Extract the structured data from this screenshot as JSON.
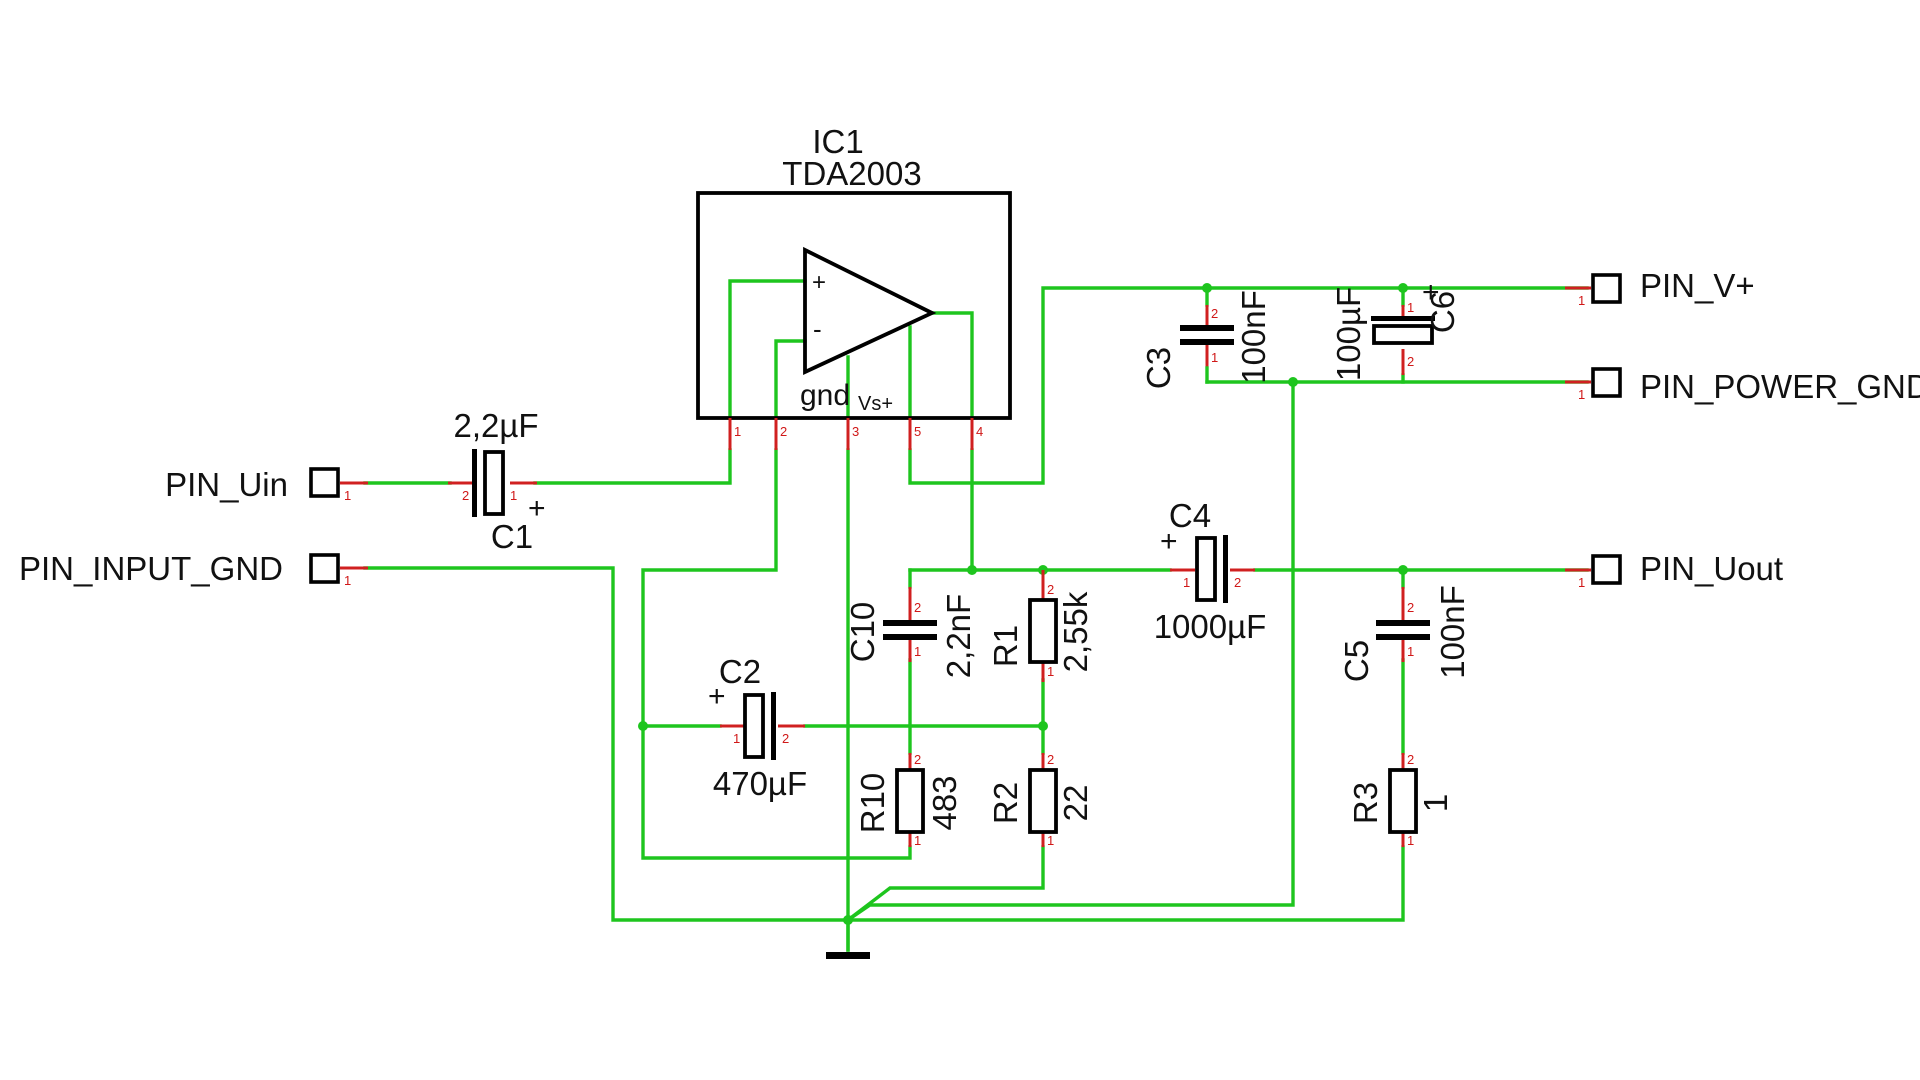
{
  "ic": {
    "ref": "IC1",
    "value": "TDA2003",
    "gnd_label": "gnd",
    "vs_label": "Vs+",
    "plus_sign": "+",
    "minus_sign": "-",
    "pins": [
      "1",
      "2",
      "3",
      "5",
      "4"
    ]
  },
  "ports": {
    "uin": "PIN_Uin",
    "input_gnd": "PIN_INPUT_GND",
    "vplus": "PIN_V+",
    "power_gnd": "PIN_POWER_GND",
    "uout": "PIN_Uout",
    "pin_number": "1"
  },
  "components": {
    "C1": {
      "ref": "C1",
      "value": "2,2µF",
      "polarity": "+"
    },
    "C2": {
      "ref": "C2",
      "value": "470µF",
      "polarity": "+"
    },
    "C3": {
      "ref": "C3",
      "value": "100nF"
    },
    "C4": {
      "ref": "C4",
      "value": "1000µF",
      "polarity": "+"
    },
    "C5": {
      "ref": "C5",
      "value": "100nF"
    },
    "C6": {
      "ref": "C6",
      "value": "100µF",
      "polarity": "+"
    },
    "C10": {
      "ref": "C10",
      "value": "2,2nF"
    },
    "R1": {
      "ref": "R1",
      "value": "2,55k"
    },
    "R2": {
      "ref": "R2",
      "value": "22"
    },
    "R3": {
      "ref": "R3",
      "value": "1"
    },
    "R10": {
      "ref": "R10",
      "value": "483"
    }
  },
  "pin_numbers": {
    "one": "1",
    "two": "2"
  },
  "colors": {
    "wire": "#1ec51e",
    "pin": "#d02020",
    "body": "#000000"
  }
}
